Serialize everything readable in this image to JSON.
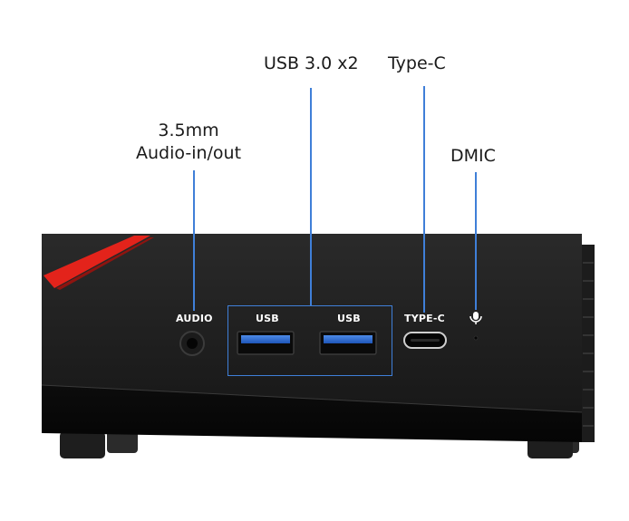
{
  "callouts": {
    "audio_line1": "3.5mm",
    "audio_line2": "Audio-in/out",
    "usb": "USB 3.0 x2",
    "typec": "Type-C",
    "dmic": "DMIC"
  },
  "ports": {
    "audio": "AUDIO",
    "usb1": "USB",
    "usb2": "USB",
    "typec": "TYPE-C"
  },
  "colors": {
    "leader": "#3f7fd8",
    "body": "#111111",
    "accent": "#e3231b",
    "usb_port": "#2f6fd6"
  },
  "icons": {
    "dmic": "microphone-icon"
  }
}
